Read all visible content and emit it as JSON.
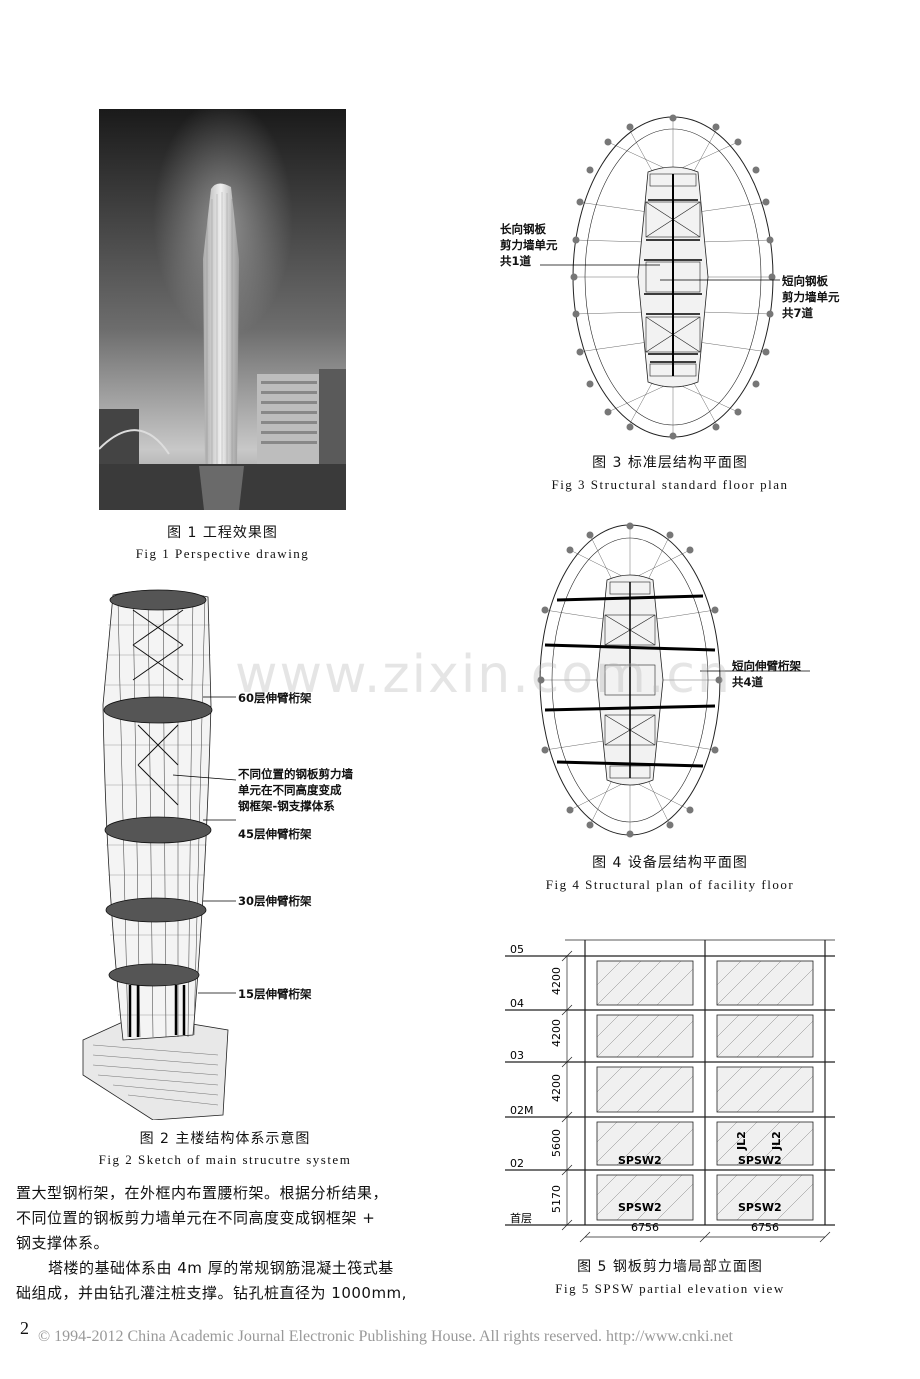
{
  "figures": {
    "fig1": {
      "caption_cn": "图 1   工程效果图",
      "caption_en": "Fig 1   Perspective drawing"
    },
    "fig2": {
      "caption_cn": "图 2   主楼结构体系示意图",
      "caption_en": "Fig 2   Sketch of main strucutre system",
      "labels": {
        "l60": "60层伸臂桁架",
        "note1": "不同位置的钢板剪力墙",
        "note2": "单元在不同高度变成",
        "note3": "钢框架-钢支撑体系",
        "l45": "45层伸臂桁架",
        "l30": "30层伸臂桁架",
        "l15": "15层伸臂桁架"
      }
    },
    "fig3": {
      "caption_cn": "图 3   标准层结构平面图",
      "caption_en": "Fig 3   Structural standard floor plan",
      "labels": {
        "left1": "长向钢板",
        "left2": "剪力墙单元",
        "left3": "共1道",
        "right1": "短向钢板",
        "right2": "剪力墙单元",
        "right3": "共7道"
      }
    },
    "fig4": {
      "caption_cn": "图 4   设备层结构平面图",
      "caption_en": "Fig 4   Structural plan of facility floor",
      "labels": {
        "right1": "短向伸臂桁架",
        "right2": "共4道"
      }
    },
    "fig5": {
      "caption_cn": "图 5   钢板剪力墙局部立面图",
      "caption_en": "Fig 5   SPSW partial elevation view",
      "levels": [
        "05",
        "04",
        "03",
        "02M",
        "02",
        "首层"
      ],
      "dims": [
        "4200",
        "4200",
        "4200",
        "5600",
        "5170"
      ],
      "widths": [
        "6756",
        "6756"
      ],
      "panel_label": "SPSW2",
      "beam_label": "JL2"
    }
  },
  "body": {
    "line1": "置大型钢桁架，在外框内布置腰桁架。根据分析结果，",
    "line2": "不同位置的钢板剪力墙单元在不同高度变成钢框架 +",
    "line3": "钢支撑体系。",
    "line4": "塔楼的基础体系由  4m 厚的常规钢筋混凝土筏式基",
    "line5": "础组成，并由钻孔灌注桩支撑。钻孔桩直径为  1000mm,"
  },
  "page_number": "2",
  "footer": "© 1994-2012 China Academic Journal Electronic Publishing House. All rights reserved.    http://www.cnki.net",
  "watermark": "www.zixin.com.cn"
}
